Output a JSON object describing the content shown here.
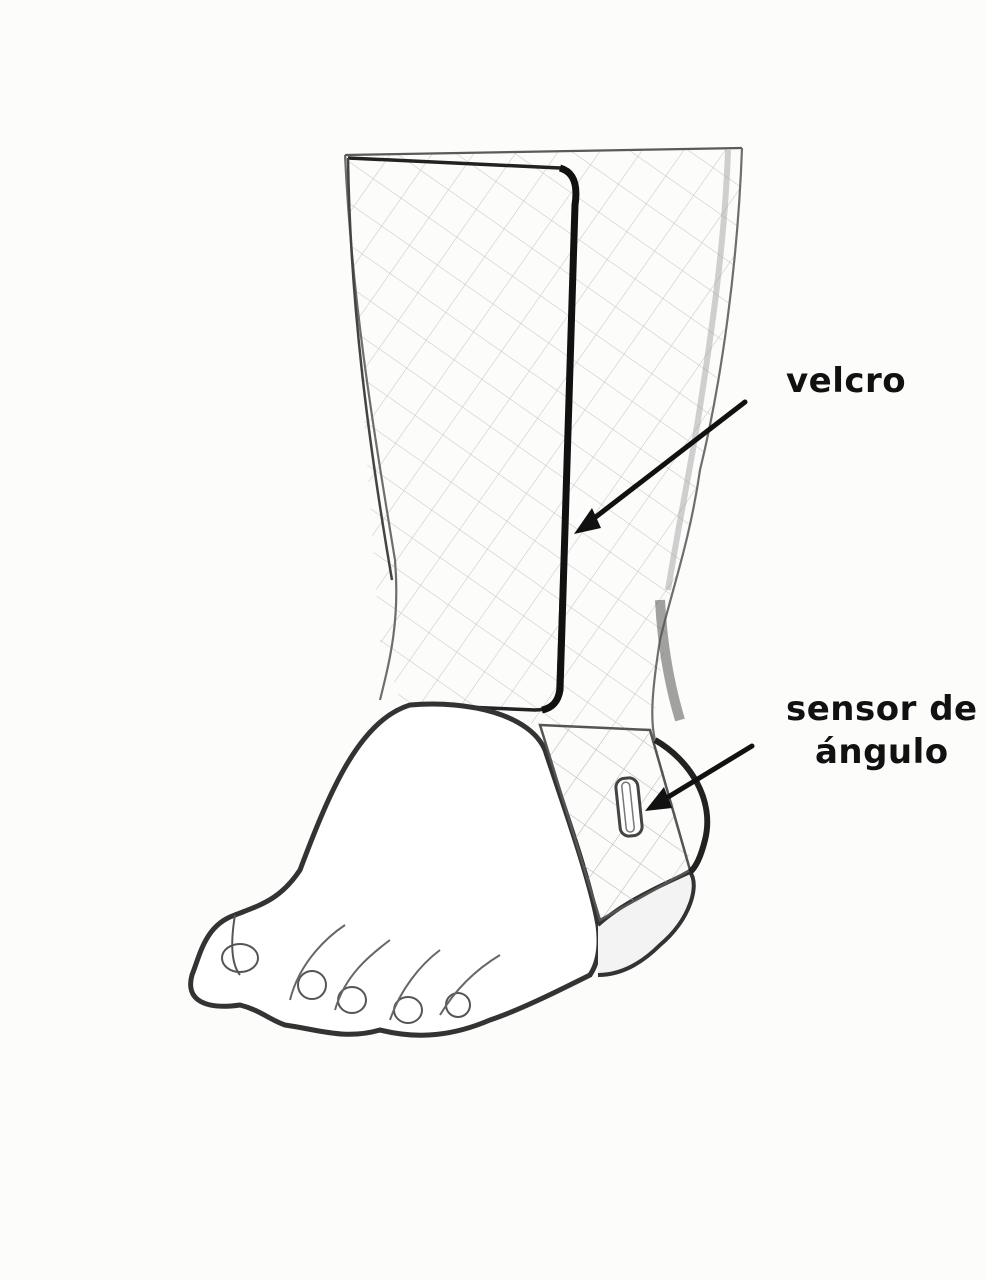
{
  "labels": {
    "velcro": "velcro",
    "sensor_line1": "sensor de",
    "sensor_line2": "ángulo"
  },
  "colors": {
    "ink": "#111111",
    "pencil": "#4a4a4a",
    "hatch": "#b9b9b9",
    "paper": "#fcfcfb"
  }
}
